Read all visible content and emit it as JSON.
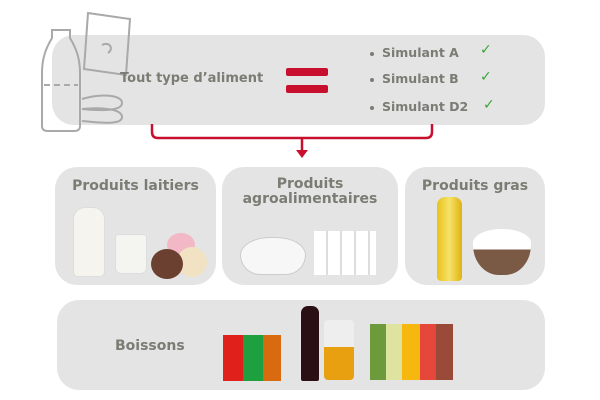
{
  "top": {
    "label": "Tout type d’aliment",
    "simulants": [
      "Simulant A",
      "Simulant B",
      "Simulant D2"
    ],
    "check": "✓"
  },
  "categories": {
    "dairy": "Produits laitiers",
    "agro_line1": "Produits",
    "agro_line2": "agroalimentaires",
    "fat": "Produits gras",
    "drinks": "Boissons"
  },
  "colors": {
    "accent": "#c8102e",
    "box": "#e4e4e4",
    "text": "#7b7c74",
    "check": "#3aa63a"
  }
}
